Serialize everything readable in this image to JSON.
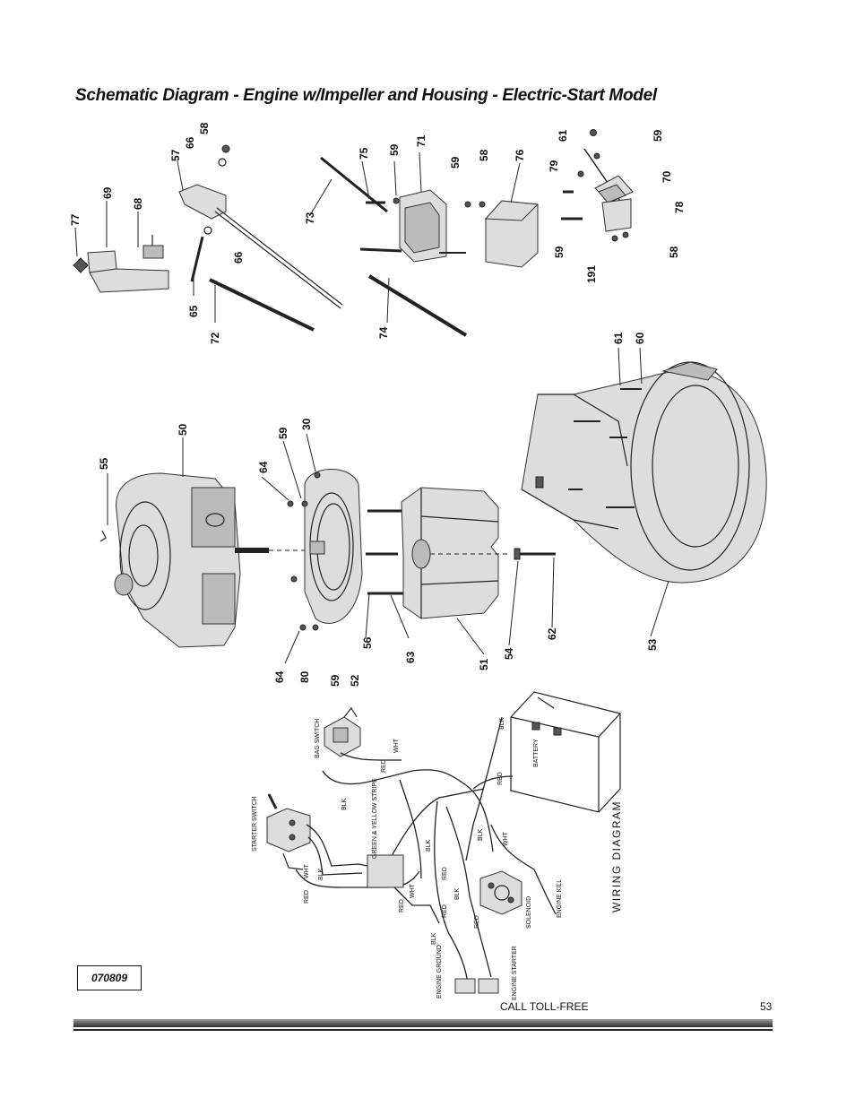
{
  "page": {
    "title": "Schematic Diagram - Engine w/Impeller and Housing - Electric-Start Model",
    "code": "070809",
    "footer_text": "CALL TOLL-FREE",
    "page_number": "53"
  },
  "part_labels": [
    "57",
    "66",
    "58",
    "69",
    "68",
    "77",
    "65",
    "66",
    "72",
    "73",
    "75",
    "59",
    "71",
    "59",
    "58",
    "76",
    "74",
    "61",
    "59",
    "79",
    "70",
    "78",
    "58",
    "59",
    "191",
    "55",
    "50",
    "64",
    "59",
    "30",
    "61",
    "60",
    "56",
    "63",
    "51",
    "54",
    "62",
    "53",
    "64",
    "80",
    "59",
    "52"
  ],
  "wiring": {
    "title": "WIRING DIAGRAM",
    "labels": [
      "BAG SWITCH",
      "WHT",
      "RED",
      "BLK",
      "STARTER SWITCH",
      "GREEN & YELLOW STRIPE",
      "RED",
      "WHT",
      "BLK",
      "BLK",
      "RED",
      "WHT",
      "RED",
      "BLK",
      "WHT",
      "BLK",
      "RED",
      "BATTERY",
      "RED",
      "SOLENOID",
      "ENGINE KILL",
      "BLK",
      "ENGINE GROUND",
      "ENGINE STARTER",
      "RED",
      "BLK"
    ]
  }
}
